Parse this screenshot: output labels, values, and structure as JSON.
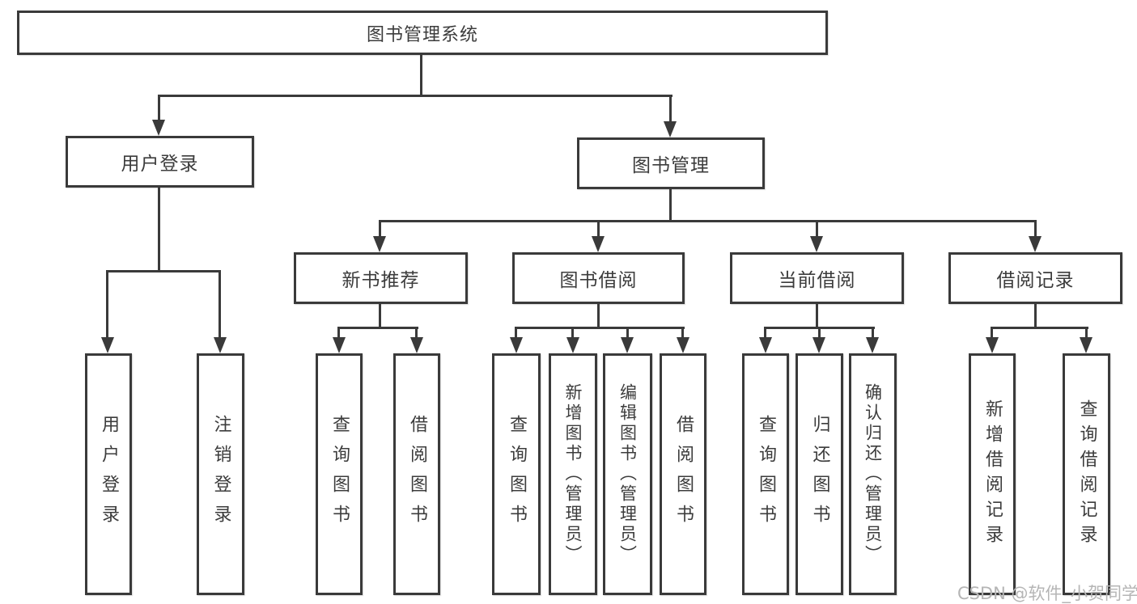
{
  "diagram": {
    "root": {
      "label": "图书管理系统"
    },
    "branches": [
      {
        "label": "用户登录",
        "children": [
          {
            "label": "用户登录"
          },
          {
            "label": "注销登录"
          }
        ]
      },
      {
        "label": "图书管理",
        "groups": [
          {
            "label": "新书推荐",
            "children": [
              {
                "label": "查询图书"
              },
              {
                "label": "借阅图书"
              }
            ]
          },
          {
            "label": "图书借阅",
            "children": [
              {
                "label": "查询图书"
              },
              {
                "label": "新增图书（管理员）"
              },
              {
                "label": "编辑图书（管理员）"
              },
              {
                "label": "借阅图书"
              }
            ]
          },
          {
            "label": "当前借阅",
            "children": [
              {
                "label": "查询图书"
              },
              {
                "label": "归还图书"
              },
              {
                "label": "确认归还（管理员）"
              }
            ]
          },
          {
            "label": "借阅记录",
            "children": [
              {
                "label": "新增借阅记录"
              },
              {
                "label": "查询借阅记录"
              }
            ]
          }
        ]
      }
    ]
  },
  "watermark": {
    "text": "CSDN @软件_小贺同学"
  },
  "colors": {
    "line": "#3a3a3a",
    "text": "#3c3c3c",
    "watermark": "#b5b5b5",
    "background": "#ffffff"
  }
}
